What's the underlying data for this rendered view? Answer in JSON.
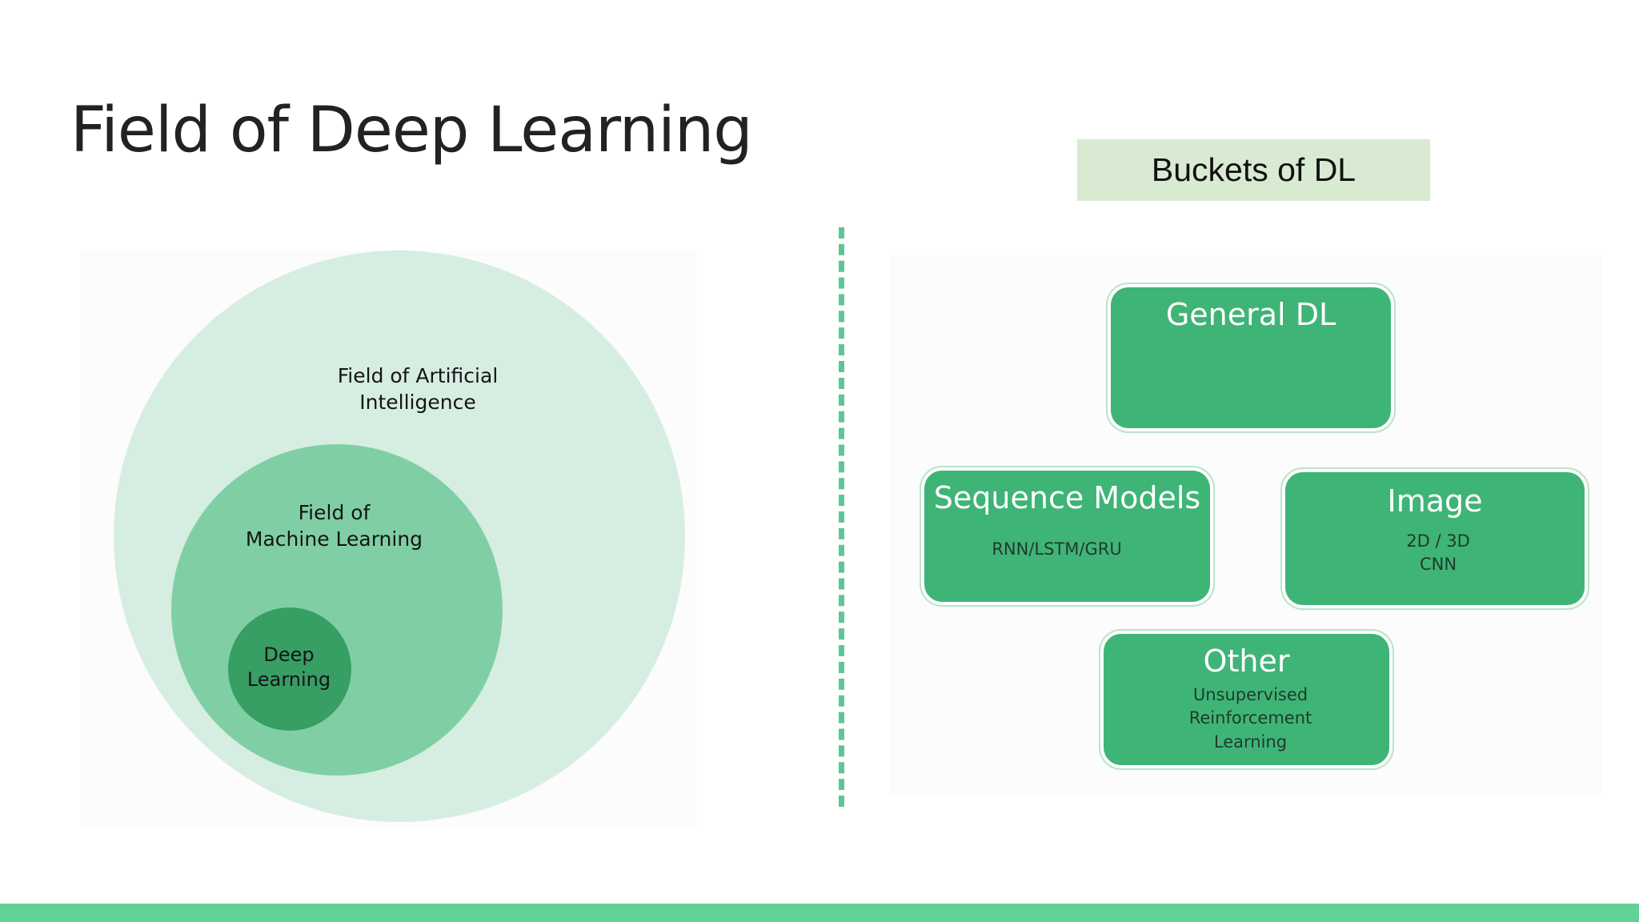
{
  "slide": {
    "title": "Field of Deep Learning"
  },
  "venn": {
    "outer_label": "Field of Artificial Intelligence",
    "middle_label": "Field of\nMachine Learning",
    "inner_label": "Deep\nLearning"
  },
  "buckets": {
    "header": "Buckets of DL",
    "nodes": [
      {
        "title": "General DL",
        "subtitle": ""
      },
      {
        "title": "Sequence Models",
        "subtitle": "RNN/LSTM/GRU"
      },
      {
        "title": "Image",
        "subtitle": "2D / 3D\nCNN"
      },
      {
        "title": "Other",
        "subtitle": "Unsupervised\nReinforcement\nLearning"
      }
    ]
  },
  "colors": {
    "accent_bar": "#62d196",
    "divider": "#5cc793",
    "node_fill": "#3fb477",
    "circle_ai": "#d6ede2",
    "circle_ml": "#80cfa4",
    "circle_dl": "#379e64",
    "header_bg": "#d9ead3"
  }
}
